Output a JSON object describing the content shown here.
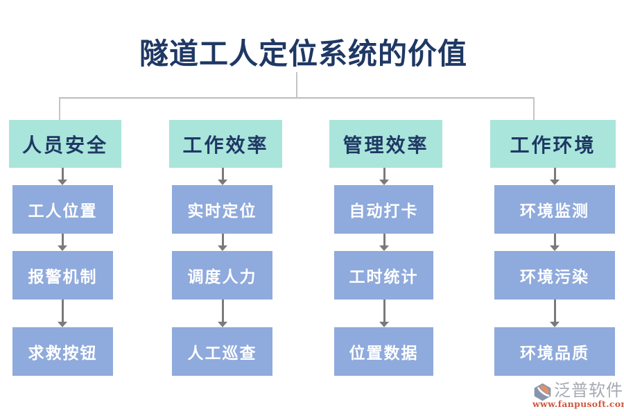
{
  "title": "隧道工人定位系统的价值",
  "columns": [
    {
      "header": "人员安全",
      "items": [
        "工人位置",
        "报警机制",
        "求救按钮"
      ]
    },
    {
      "header": "工作效率",
      "items": [
        "实时定位",
        "调度人力",
        "人工巡查"
      ]
    },
    {
      "header": "管理效率",
      "items": [
        "自动打卡",
        "工时统计",
        "位置数据"
      ]
    },
    {
      "header": "工作环境",
      "items": [
        "环境监测",
        "环境污染",
        "环境品质"
      ]
    }
  ],
  "watermark": {
    "brand": "泛普软件",
    "url": "www.fanpusoft.com"
  },
  "colors": {
    "title_text": "#1F3864",
    "header_bg": "#A9E5DA",
    "header_text": "#1F3864",
    "item_bg": "#8FAADC",
    "item_text": "#FFFFFF",
    "arrow": "#7A7A7A",
    "connector_line": "#C4C4C4",
    "watermark_brand": "#A5A9B0",
    "watermark_url": "#CE5740",
    "logo_hexagon": "#8795AB",
    "logo_swoosh": "#E2906A"
  }
}
